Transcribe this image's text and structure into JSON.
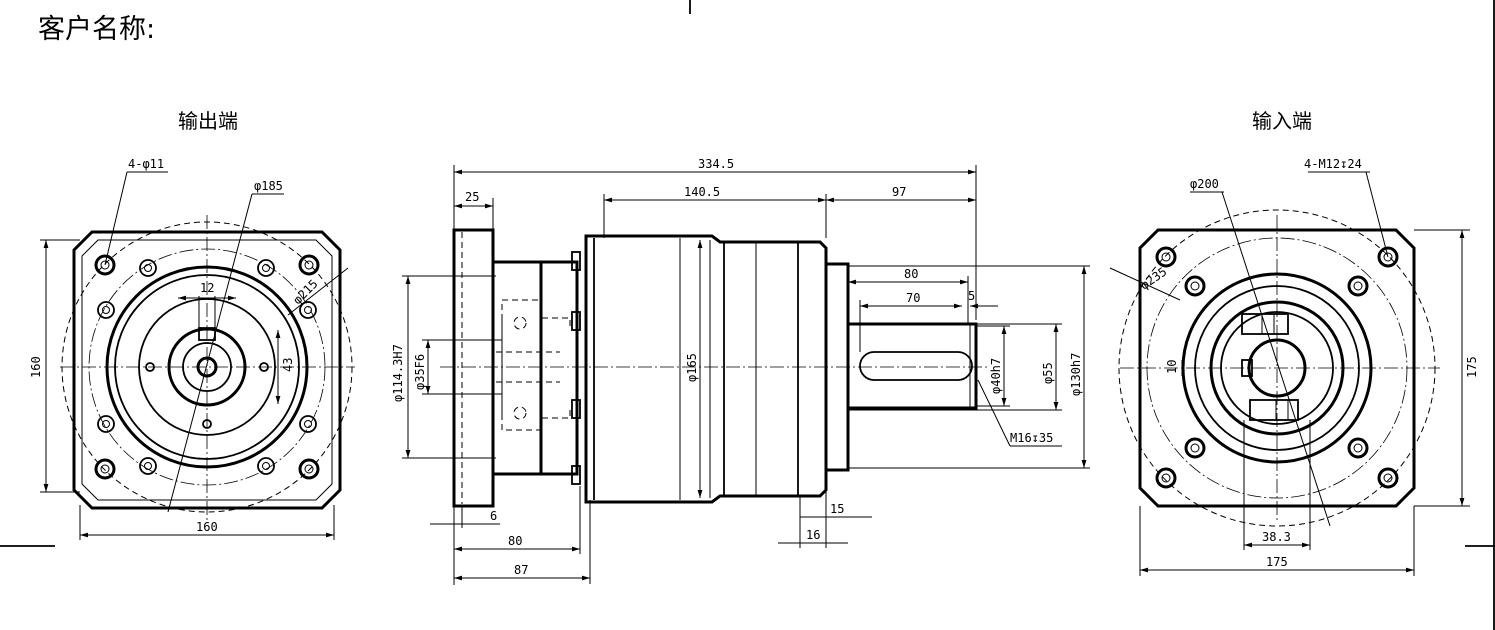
{
  "header": {
    "customer_label": "客户名称:"
  },
  "views": {
    "output": {
      "title": "输出端",
      "dims": {
        "holes": "4-φ11",
        "pcd": "φ185",
        "outer": "φ215",
        "key": "12",
        "height_key": "43",
        "vertical": "160",
        "horizontal": "160"
      }
    },
    "side": {
      "dims": {
        "total": "334.5",
        "flange": "25",
        "body": "140.5",
        "shaft": "97",
        "shaft_len": "80",
        "key_len": "70",
        "key_off": "5",
        "pilot": "φ114.3H7",
        "bore": "φ35F6",
        "body_dia": "φ165",
        "shaft_dia": "φ40h7",
        "shoulder": "φ55",
        "spigot": "φ130h7",
        "thread": "M16↧35",
        "w6": "6",
        "w80": "80",
        "w87": "87",
        "w15": "15",
        "w16": "16"
      }
    },
    "input": {
      "title": "输入端",
      "dims": {
        "holes": "4-M12↧24",
        "pcd": "φ200",
        "outer": "φ235",
        "key": "10",
        "offset": "38.3",
        "vertical": "175",
        "horizontal": "175"
      }
    }
  }
}
